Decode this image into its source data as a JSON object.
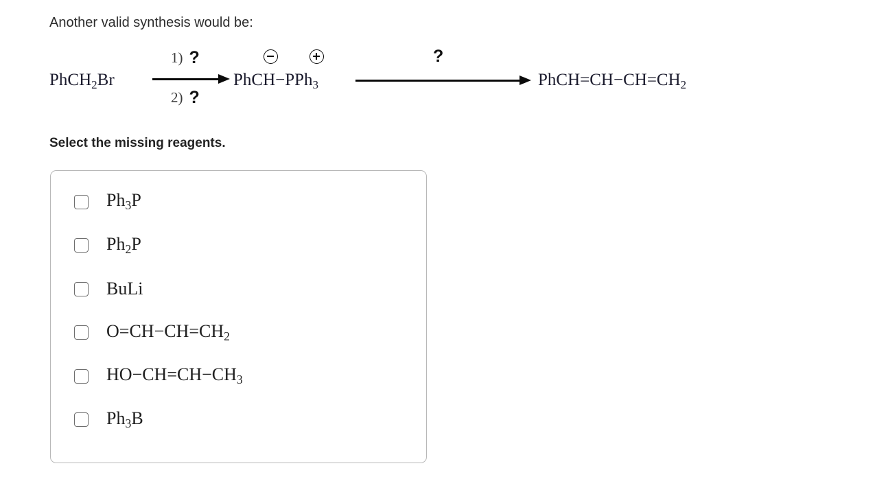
{
  "intro": {
    "text": "Another valid synthesis would be:"
  },
  "reaction": {
    "starting_material": "PhCH₂Br",
    "arrow1_conditions": [
      {
        "number": "1)",
        "reagent": "?"
      },
      {
        "number": "2)",
        "reagent": "?"
      }
    ],
    "intermediate": "PhCH−PPh₃",
    "intermediate_charges": {
      "negative": "⊖",
      "positive": "⊕"
    },
    "arrow2_condition": "?",
    "product": "PhCH=CH−CH=CH₂"
  },
  "instruction": {
    "text": "Select the missing reagents."
  },
  "answers": {
    "options": [
      {
        "label": "Ph₃P",
        "checked": false
      },
      {
        "label": "Ph₂P",
        "checked": false
      },
      {
        "label": "BuLi",
        "checked": false
      },
      {
        "label": "O=CH−CH=CH₂",
        "checked": false
      },
      {
        "label": "HO−CH=CH−CH₃",
        "checked": false
      },
      {
        "label": "Ph₃B",
        "checked": false
      }
    ]
  },
  "colors": {
    "background": "#ffffff",
    "text": "#1f1f1f",
    "formula_text": "#1c1c2e",
    "panel_border": "#b8b8b8",
    "checkbox_border": "#6e6e6e",
    "arrow": "#0b0b0b"
  }
}
